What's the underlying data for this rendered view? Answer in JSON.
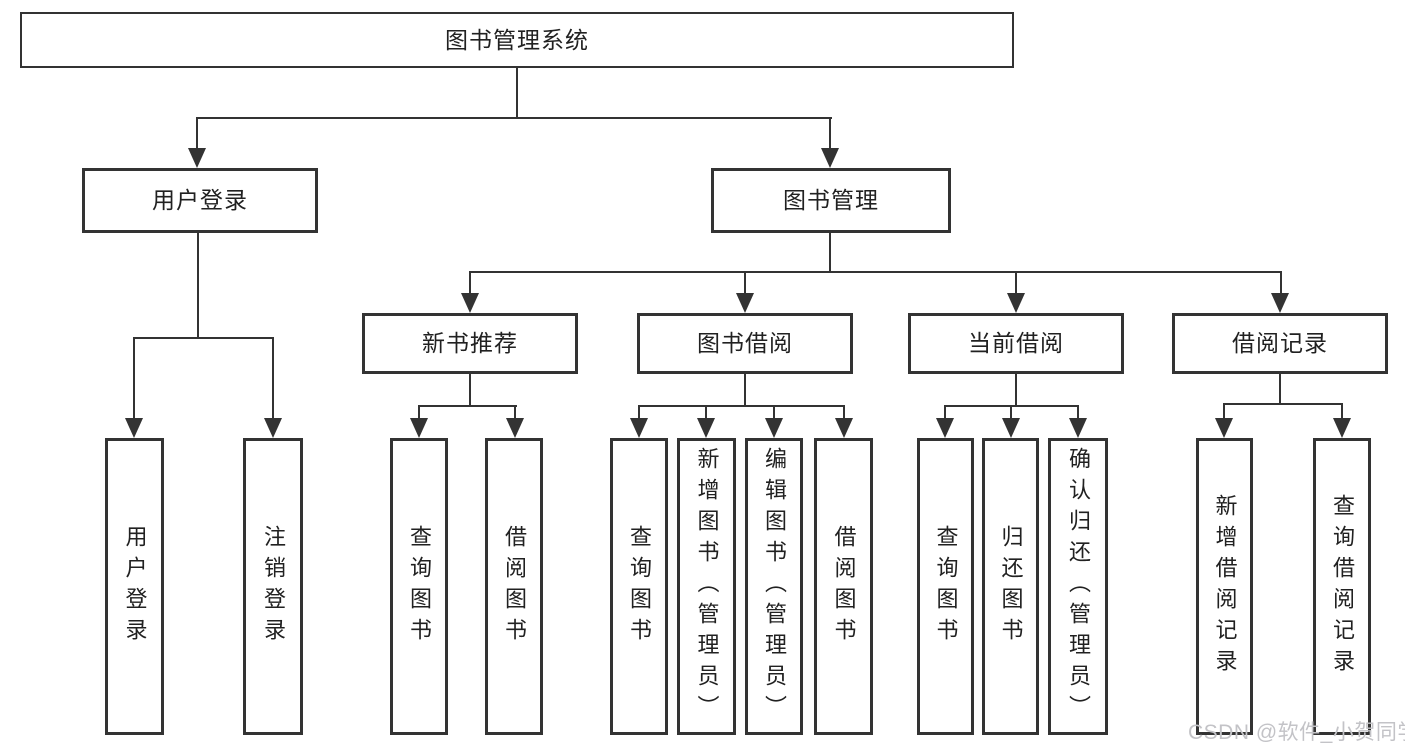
{
  "diagram": {
    "title": "图书管理系统",
    "tree": {
      "label": "图书管理系统",
      "children": [
        {
          "label": "用户登录",
          "children": [
            {
              "label": "用户登录"
            },
            {
              "label": "注销登录"
            }
          ]
        },
        {
          "label": "图书管理",
          "children": [
            {
              "label": "新书推荐",
              "children": [
                {
                  "label": "查询图书"
                },
                {
                  "label": "借阅图书"
                }
              ]
            },
            {
              "label": "图书借阅",
              "children": [
                {
                  "label": "查询图书"
                },
                {
                  "label": "新增图书（管理员）"
                },
                {
                  "label": "编辑图书（管理员）"
                },
                {
                  "label": "借阅图书"
                }
              ]
            },
            {
              "label": "当前借阅",
              "children": [
                {
                  "label": "查询图书"
                },
                {
                  "label": "归还图书"
                },
                {
                  "label": "确认归还（管理员）"
                }
              ]
            },
            {
              "label": "借阅记录",
              "children": [
                {
                  "label": "新增借阅记录"
                },
                {
                  "label": "查询借阅记录"
                }
              ]
            }
          ]
        }
      ]
    }
  },
  "watermark": {
    "text": "CSDN @软件_小贺同学"
  },
  "colors": {
    "line": "#333333",
    "box_border": "#333333",
    "text": "#212121",
    "watermark": "#c3c3c7",
    "background": "#ffffff"
  }
}
